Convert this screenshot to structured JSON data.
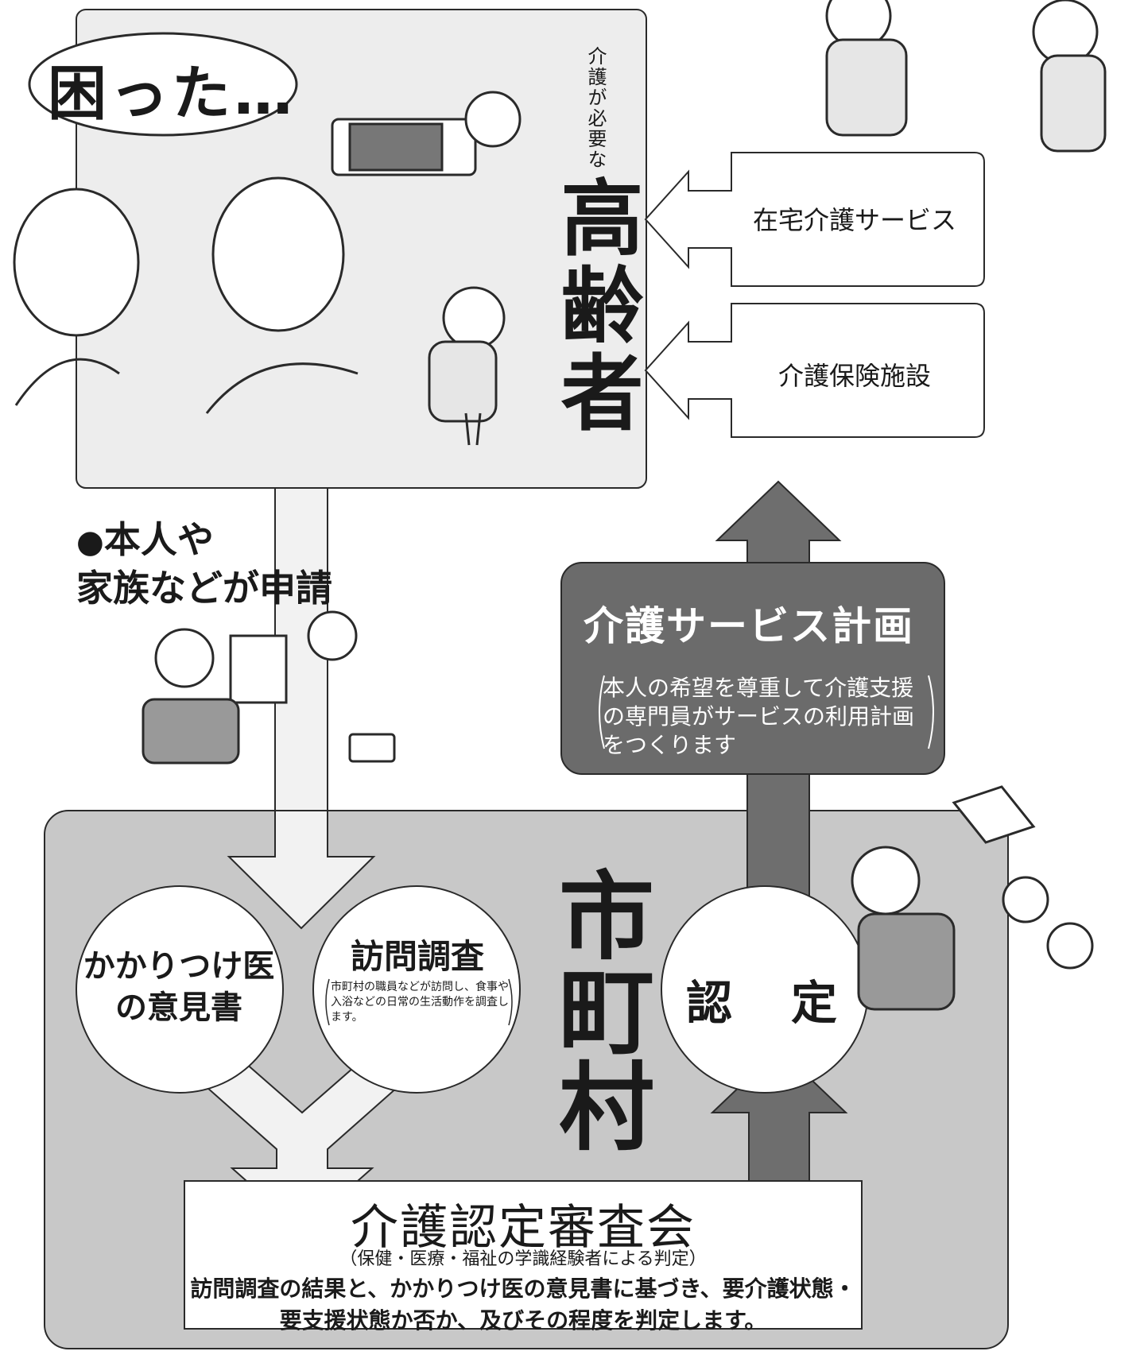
{
  "top_panel": {
    "trouble_label": "困った…",
    "elderly_sub": "介護が必要な",
    "elderly_main": "高齢者"
  },
  "services": {
    "home_care": "在宅介護サービス",
    "facility": "介護保険施設"
  },
  "application": {
    "bullet": "●",
    "line1": "本人や",
    "line2": "家族などが申請"
  },
  "care_plan": {
    "title": "介護サービス計画",
    "description": "本人の希望を尊重して介護支援の専門員がサービスの利用計画をつくります"
  },
  "municipality": {
    "label": "市町村"
  },
  "assessment": {
    "doctor_opinion": "かかりつけ医の意見書",
    "visit_title": "訪問調査",
    "visit_desc": "市町村の職員などが訪問し、食事や入浴などの日常の生活動作を調査します。",
    "certification": "認　定"
  },
  "review_board": {
    "title": "介護認定審査会",
    "subtitle": "（保健・医療・福祉の学識経験者による判定）",
    "description": "訪問調査の結果と、かかりつけ医の意見書に基づき、要介護状態・要支援状態か否か、及びその程度を判定します。"
  },
  "colors": {
    "panel_light": "#ededed",
    "panel_mid": "#c8c8c8",
    "plan_box": "#6b6b6b",
    "arrow_dark": "#6e6e6e",
    "line": "#2a2a2a"
  }
}
